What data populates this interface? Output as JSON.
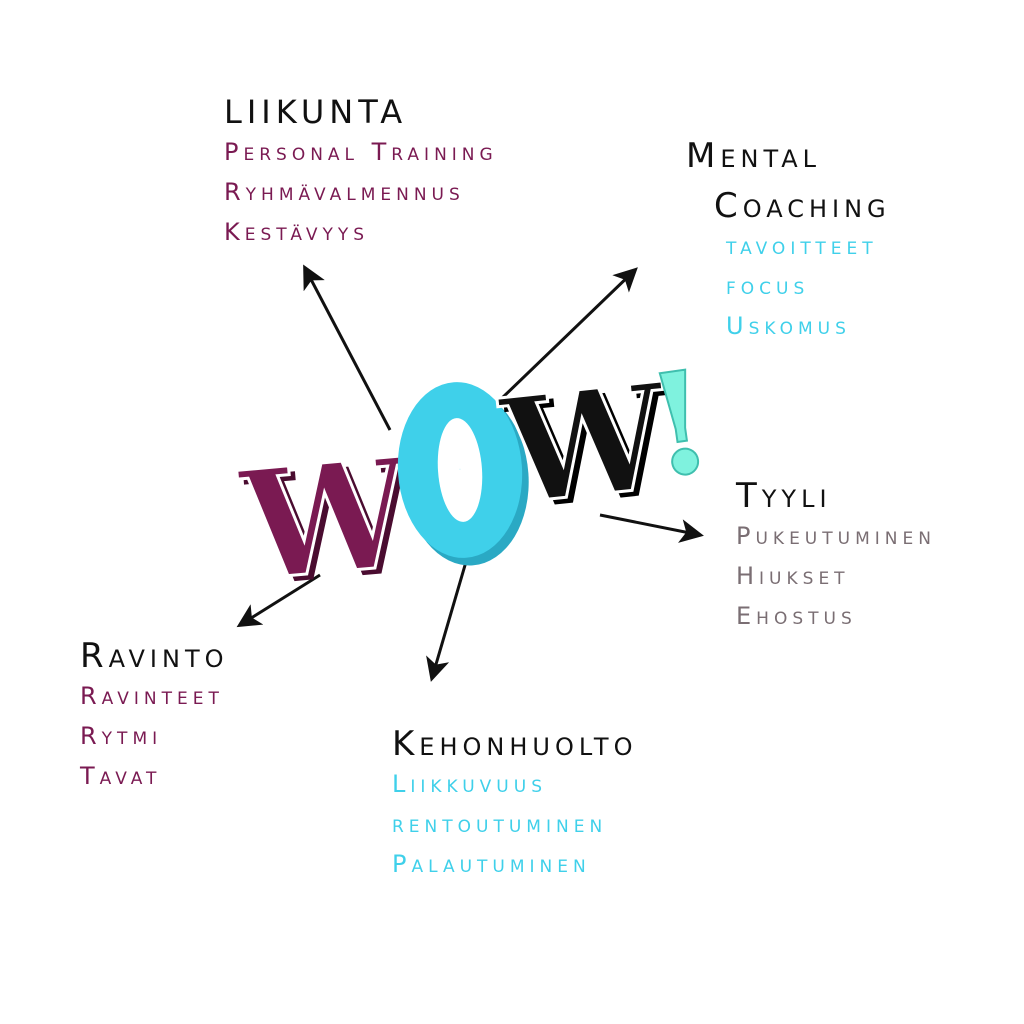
{
  "colors": {
    "plum": "#7a1a52",
    "cyan": "#3fd0ea",
    "black": "#111111",
    "mint": "#7ff2de",
    "gray": "#7a6e73"
  },
  "logo": {
    "letters": [
      "W",
      "O",
      "W",
      "!"
    ]
  },
  "groups": {
    "liikunta": {
      "title": "LIIKUNTA",
      "items": [
        "Personal Training",
        "Ryhmävalmennus",
        "Kestävyys"
      ]
    },
    "mental": {
      "title_line1": "Mental",
      "title_line2": "Coaching",
      "items": [
        "tavoitteet",
        "focus",
        "Uskomus"
      ]
    },
    "tyyli": {
      "title": "Tyyli",
      "items": [
        "Pukeutuminen",
        "Hiukset",
        "Ehostus"
      ]
    },
    "ravinto": {
      "title": "Ravinto",
      "items": [
        "Ravinteet",
        "Rytmi",
        "Tavat"
      ]
    },
    "kehonhuolto": {
      "title": "Kehonhuolto",
      "items": [
        "Liikkuvuus",
        "rentoutuminen",
        "Palautuminen"
      ]
    }
  }
}
